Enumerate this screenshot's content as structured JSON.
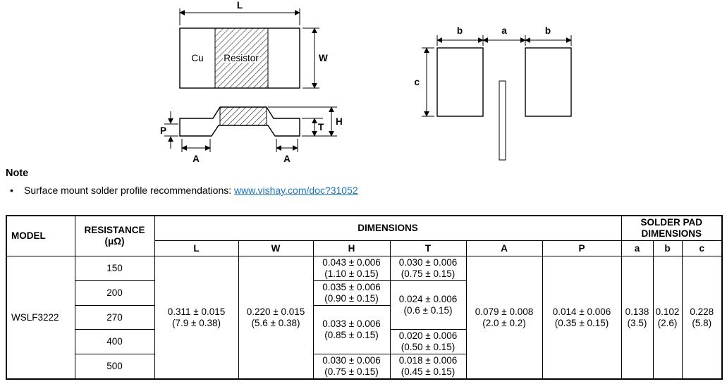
{
  "colors": {
    "link": "#1b75bc",
    "ink": "#000000"
  },
  "diagrams": {
    "top_view": {
      "label_l": "L",
      "label_w": "W",
      "label_cu": "Cu",
      "label_resistor": "Resistor"
    },
    "side_view": {
      "label_p": "P",
      "label_t": "T",
      "label_h": "H",
      "label_a_left": "A",
      "label_a_right": "A"
    },
    "pad_view": {
      "label_b_left": "b",
      "label_a": "a",
      "label_b_right": "b",
      "label_c": "c"
    }
  },
  "note": {
    "heading": "Note",
    "bullet": "•",
    "text": "Surface mount solder profile recommendations: ",
    "link": "www.vishay.com/doc?31052"
  },
  "table": {
    "headers": {
      "model": "MODEL",
      "resistance_line1": "RESISTANCE",
      "resistance_line2": "(μΩ)",
      "dimensions": "DIMENSIONS",
      "solder_pad_line1": "SOLDER PAD",
      "solder_pad_line2": "DIMENSIONS",
      "cols": [
        "L",
        "W",
        "H",
        "T",
        "A",
        "P",
        "a",
        "b",
        "c"
      ]
    },
    "model": "WSLF3222",
    "resistances": [
      "150",
      "200",
      "270",
      "400",
      "500"
    ],
    "l": {
      "inch": "0.311 ± 0.015",
      "mm": "(7.9 ± 0.38)"
    },
    "w": {
      "inch": "0.220 ± 0.015",
      "mm": "(5.6 ± 0.38)"
    },
    "h_values": [
      {
        "inch": "0.043 ± 0.006",
        "mm": "(1.10 ± 0.15)"
      },
      {
        "inch": "0.035 ± 0.006",
        "mm": "(0.90 ± 0.15)"
      },
      {
        "inch": "0.033 ± 0.006",
        "mm": "(0.85 ± 0.15)"
      },
      {
        "inch": "0.030 ± 0.006",
        "mm": "(0.75 ± 0.15)"
      }
    ],
    "t_values": [
      {
        "inch": "0.030 ± 0.006",
        "mm": "(0.75 ± 0.15)"
      },
      {
        "inch": "0.024 ± 0.006",
        "mm": "(0.6 ± 0.15)"
      },
      {
        "inch": "0.020 ± 0.006",
        "mm": "(0.50 ± 0.15)"
      },
      {
        "inch": "0.018 ± 0.006",
        "mm": "(0.45 ± 0.15)"
      }
    ],
    "a": {
      "inch": "0.079 ± 0.008",
      "mm": "(2.0 ± 0.2)"
    },
    "p": {
      "inch": "0.014 ± 0.006",
      "mm": "(0.35 ± 0.15)"
    },
    "pad_a": {
      "inch": "0.138",
      "mm": "(3.5)"
    },
    "pad_b": {
      "inch": "0.102",
      "mm": "(2.6)"
    },
    "pad_c": {
      "inch": "0.228",
      "mm": "(5.8)"
    }
  }
}
